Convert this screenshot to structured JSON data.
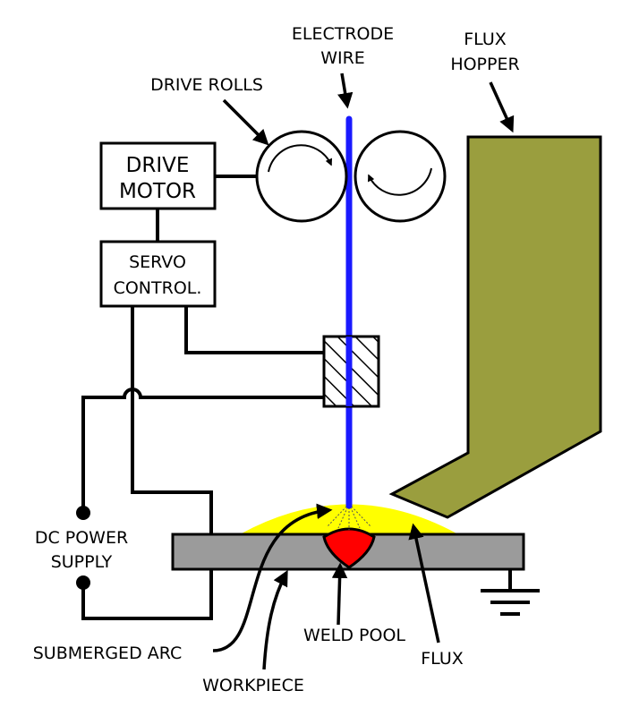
{
  "labels": {
    "electrode_wire_1": "ELECTRODE",
    "electrode_wire_2": "WIRE",
    "flux_hopper_1": "FLUX",
    "flux_hopper_2": "HOPPER",
    "drive_rolls": "DRIVE ROLLS",
    "drive_motor_1": "DRIVE",
    "drive_motor_2": "MOTOR",
    "servo_control_1": "SERVO",
    "servo_control_2": "CONTROL.",
    "dc_power_1": "DC POWER",
    "dc_power_2": "SUPPLY",
    "submerged_arc": "SUBMERGED ARC",
    "weld_pool": "WELD POOL",
    "workpiece": "WORKPIECE",
    "flux": "FLUX"
  },
  "colors": {
    "electrode": "#1a1aff",
    "hopper": "#9a9e3e",
    "flux": "#ffff00",
    "weld_pool": "#ff0000",
    "workpiece": "#9b9b9b",
    "outline": "#000000"
  },
  "icons": {
    "ground": "ground-symbol-icon",
    "roll_direction": "curved-arrow-icon"
  }
}
